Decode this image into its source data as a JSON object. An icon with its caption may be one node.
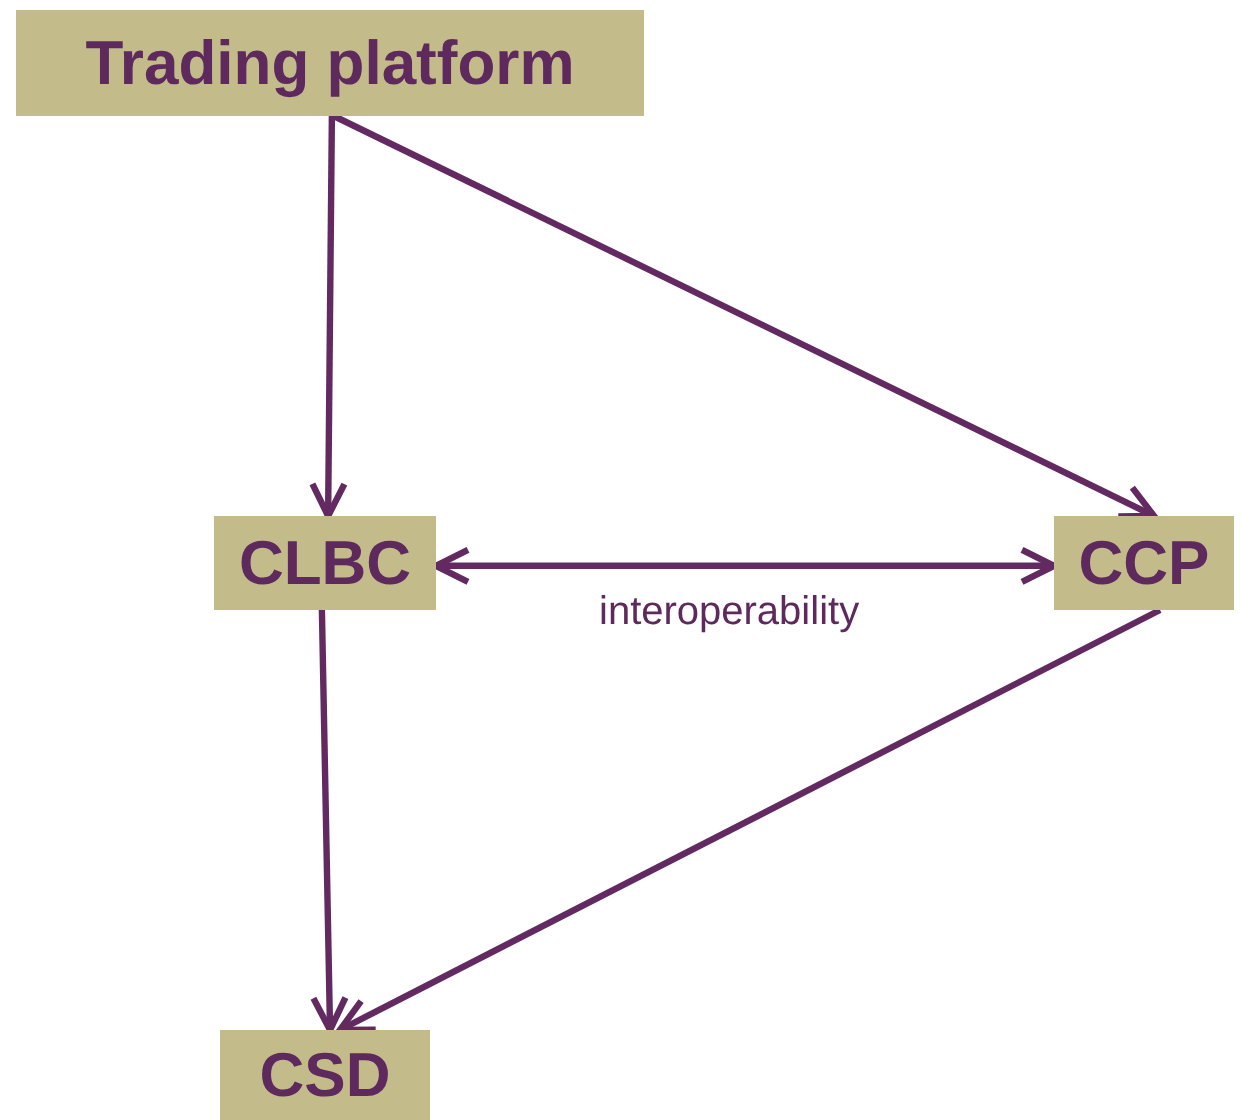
{
  "diagram": {
    "nodes": [
      {
        "text": [
          "Trading platform"
        ]
      },
      {
        "text": [
          "CLBC"
        ]
      },
      {
        "text": [
          "CCP"
        ]
      },
      {
        "text": [
          "CSD"
        ]
      }
    ],
    "edges": [
      {
        "from": 0,
        "to": 1,
        "arrow": "to"
      },
      {
        "from": 0,
        "to": 2,
        "arrow": "to"
      },
      {
        "from": 1,
        "to": 2,
        "arrow": "both",
        "label": "interoperability"
      },
      {
        "from": 1,
        "to": 3,
        "arrow": "to"
      },
      {
        "from": 2,
        "to": 3,
        "arrow": "to"
      }
    ]
  }
}
